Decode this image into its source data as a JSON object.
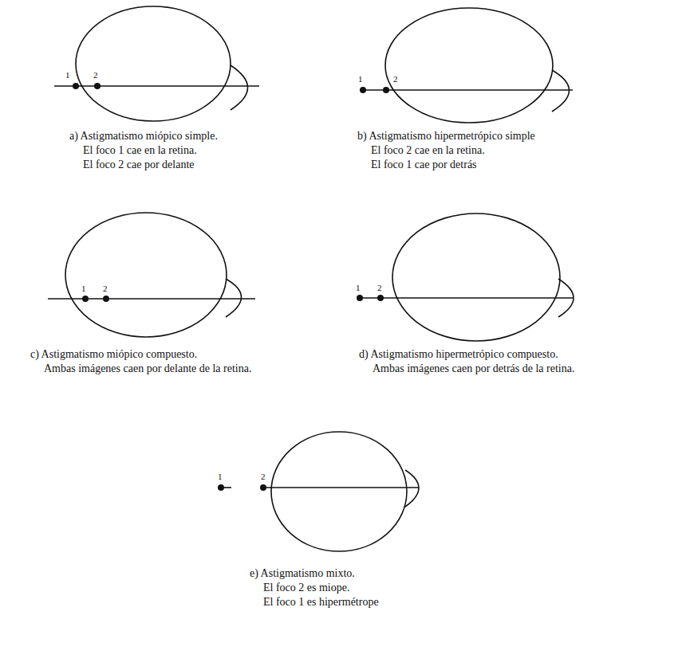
{
  "diagram": {
    "labels": [
      "1",
      "2",
      "a) Astigmatismo miópico simple.",
      "El foco 1 cae en la retina.",
      "El foco 2 cae por delante",
      "1",
      "2",
      "b) Astigmatismo hipermetrópico simple",
      "El foco 2 cae en la retina.",
      "El foco 1 cae por detrás",
      "1",
      "2",
      "c) Astigmatismo miópico compuesto.",
      "Ambas imágenes caen por delante de la retina.",
      "1",
      "2",
      "d) Astigmatismo hipermetrópico compuesto.",
      "Ambas imágenes caen por detrás de la retina.",
      "1",
      "2",
      "e) Astigmatismo mixto.",
      "El foco 2 es miope.",
      "El foco 1 es hipermétrope"
    ]
  }
}
